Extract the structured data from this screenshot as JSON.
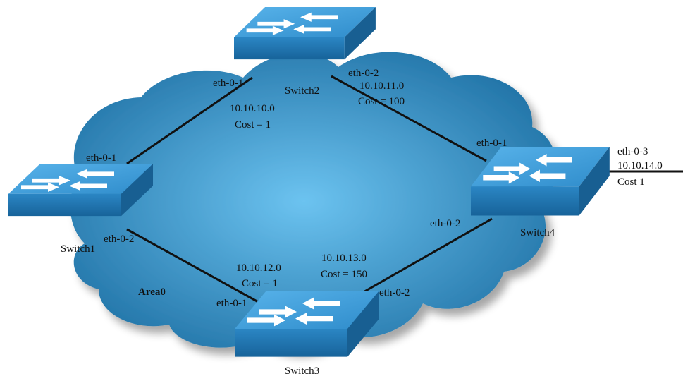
{
  "colors": {
    "cloud_light": "#6cc3f0",
    "cloud_dark": "#1d6fa3",
    "switch_top": "#3a9ad6",
    "switch_front": "#1f6fa8",
    "switch_side": "#185f92",
    "link": "#111111"
  },
  "area": {
    "label": "Area0"
  },
  "switches": {
    "switch1": {
      "label": "Switch1",
      "icon": "network-switch-icon"
    },
    "switch2": {
      "label": "Switch2",
      "icon": "network-switch-icon"
    },
    "switch3": {
      "label": "Switch3",
      "icon": "network-switch-icon"
    },
    "switch4": {
      "label": "Switch4",
      "icon": "network-switch-icon"
    }
  },
  "links": {
    "s1_s2": {
      "network": "10.10.10.0",
      "cost": "Cost = 1",
      "port_a": "eth-0-1",
      "port_b": "eth-0-1"
    },
    "s2_s4": {
      "network": "10.10.11.0",
      "cost": "Cost = 100",
      "port_a": "eth-0-2",
      "port_b": "eth-0-1"
    },
    "s1_s3": {
      "network": "10.10.12.0",
      "cost": "Cost = 1",
      "port_a": "eth-0-2",
      "port_b": "eth-0-1"
    },
    "s3_s4": {
      "network": "10.10.13.0",
      "cost": "Cost = 150",
      "port_a": "eth-0-2",
      "port_b": "eth-0-2"
    },
    "s4_ext": {
      "network": "10.10.14.0",
      "cost": "Cost 1",
      "port_a": "eth-0-3"
    }
  }
}
